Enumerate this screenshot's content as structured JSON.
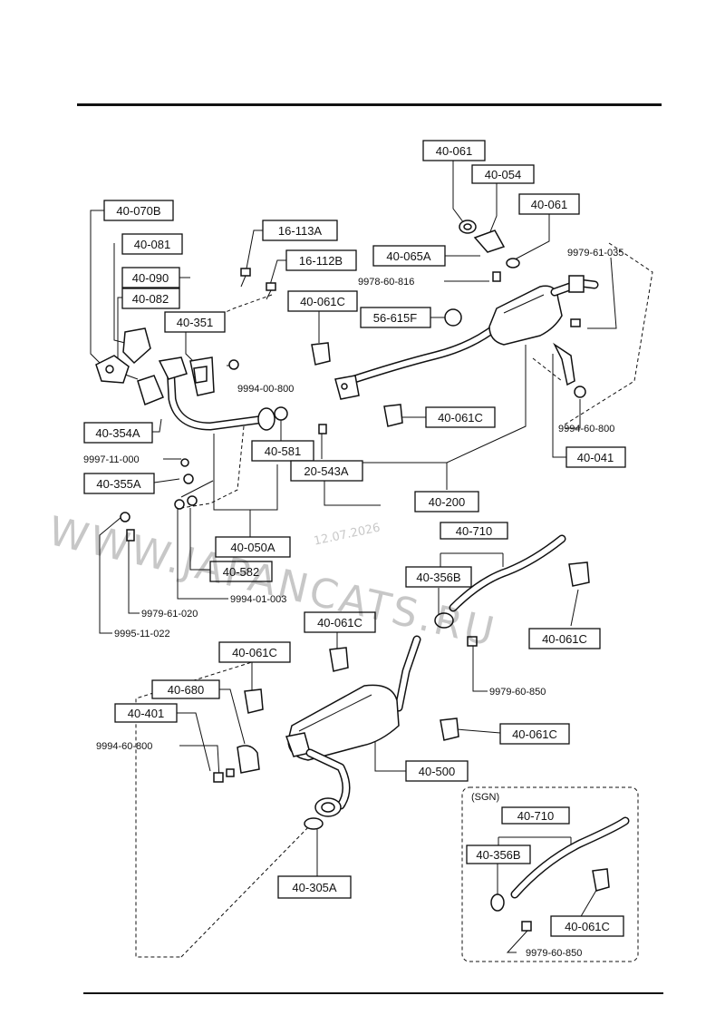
{
  "labels": {
    "l1": "40-061",
    "l2": "40-054",
    "l3": "40-061",
    "l4": "40-065A",
    "l5": "9978-60-816",
    "l6": "9979-61-035",
    "l7": "40-070B",
    "l8": "40-081",
    "l9": "40-090",
    "l10": "40-082",
    "l11": "16-113A",
    "l12": "16-112B",
    "l13": "40-061C",
    "l14": "56-615F",
    "l15": "40-351",
    "l16": "9994-00-800",
    "l17": "40-061C",
    "l18": "40-354A",
    "l19": "40-581",
    "l20": "9994-60-800",
    "l21": "40-041",
    "l22": "9997-11-000",
    "l23": "20-543A",
    "l24": "40-355A",
    "l25": "40-200",
    "l26": "40-710",
    "l27": "40-050A",
    "l28": "40-356B",
    "l29": "40-582",
    "l30": "9994-01-003",
    "l31": "9979-61-020",
    "l32": "9995-11-022",
    "l33": "40-061C",
    "l34": "40-061C",
    "l35": "40-061C",
    "l36": "9979-60-850",
    "l37": "40-680",
    "l38": "40-401",
    "l39": "40-061C",
    "l40": "9994-60-800",
    "l41": "40-500",
    "l42": "(SGN)",
    "l43": "40-710",
    "l44": "40-356B",
    "l45": "40-305A",
    "l46": "40-061C",
    "l47": "9979-60-850"
  },
  "watermark": {
    "site": "WWW.JAPANCATS.RU",
    "date": "12.07.2026"
  }
}
